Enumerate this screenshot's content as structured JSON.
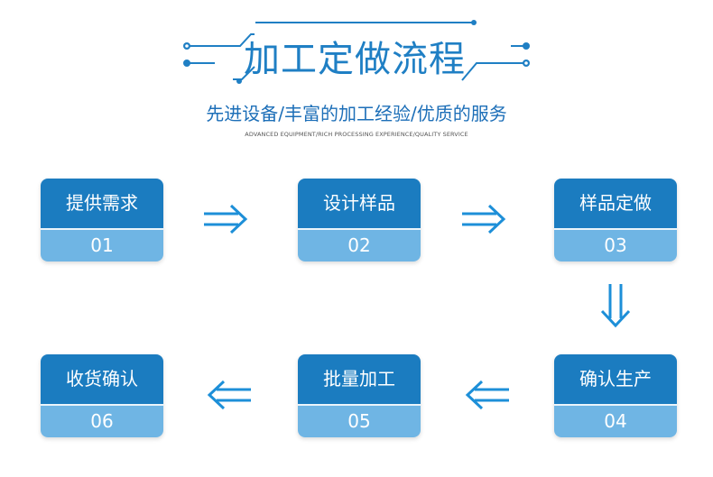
{
  "header": {
    "title": "加工定做流程",
    "subtitle": "先进设备/丰富的加工经验/优质的服务",
    "subtitle_en": "ADVANCED EQUIPMENT/RICH PROCESSING EXPERIENCE/QUALITY SERVICE"
  },
  "steps": [
    {
      "label": "提供需求",
      "number": "01"
    },
    {
      "label": "设计样品",
      "number": "02"
    },
    {
      "label": "样品定做",
      "number": "03"
    },
    {
      "label": "确认生产",
      "number": "04"
    },
    {
      "label": "批量加工",
      "number": "05"
    },
    {
      "label": "收货确认",
      "number": "06"
    }
  ],
  "colors": {
    "primary": "#1b7cc0",
    "secondary": "#6fb5e4",
    "arrow": "#1d8fd8"
  }
}
